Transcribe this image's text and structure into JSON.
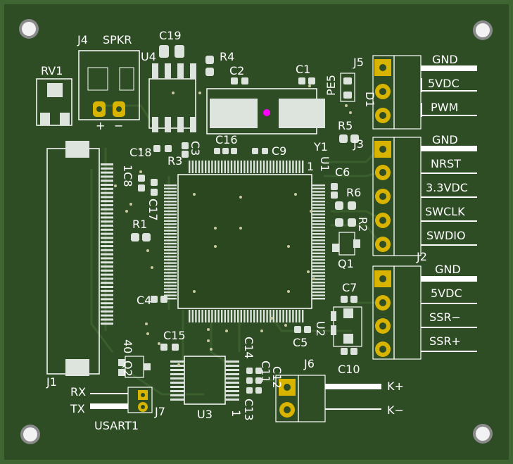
{
  "board": {
    "colors": {
      "soldermask": "#2e4d24",
      "soldermask_edge": "#3f6532",
      "trace": "#3a5f2c",
      "copper_pad": "#dde3dd",
      "gold_pad": "#d8b400",
      "silkscreen": "#ffffff",
      "mount_hole": "#888888",
      "marker": "#ff00ff"
    }
  },
  "labels": {
    "j4": "J4",
    "spkr": "SPKR",
    "rv1": "RV1",
    "u4": "U4",
    "c19": "C19",
    "r4": "R4",
    "c2": "C2",
    "c1": "C1",
    "pe5": "PE5",
    "d1": "D1",
    "j5": "J5",
    "j5_gnd": "GND",
    "j5_5vdc": "5VDC",
    "j5_pwm": "PWM",
    "plus": "+",
    "minus": "−",
    "r5": "R5",
    "c18": "C18",
    "c3": "C3",
    "c16": "C16",
    "c9": "C9",
    "y1": "Y1",
    "j3": "J3",
    "j3_gnd": "GND",
    "j3_nrst": "NRST",
    "j3_33vdc": "3.3VDC",
    "j3_swclk": "SWCLK",
    "j3_swdio": "SWDIO",
    "r3": "R3",
    "c8": "1C8",
    "u1": "U1",
    "c6": "C6",
    "pin1": "1",
    "r6": "R6",
    "c17": "C17",
    "r1": "R1",
    "r2": "R2",
    "q1": "Q1",
    "j2": "J2",
    "j2_gnd": "GND",
    "j2_5vdc": "5VDC",
    "j2_ssr_minus": "SSR−",
    "j2_ssr_plus": "SSR+",
    "c4": "C4",
    "c7": "C7",
    "u2": "U2",
    "c5": "C5",
    "c15": "C15",
    "num40": "40",
    "q2": "Q2",
    "c14": "C14",
    "c11": "C11",
    "c12": "C12",
    "c13": "C13",
    "j6": "J6",
    "k_plus": "K+",
    "k_minus": "K−",
    "c10": "C10",
    "j1": "J1",
    "rx": "RX",
    "tx": "TX",
    "j7": "J7",
    "u3": "U3",
    "usart1": "USART1",
    "u3_pin1": "1"
  }
}
